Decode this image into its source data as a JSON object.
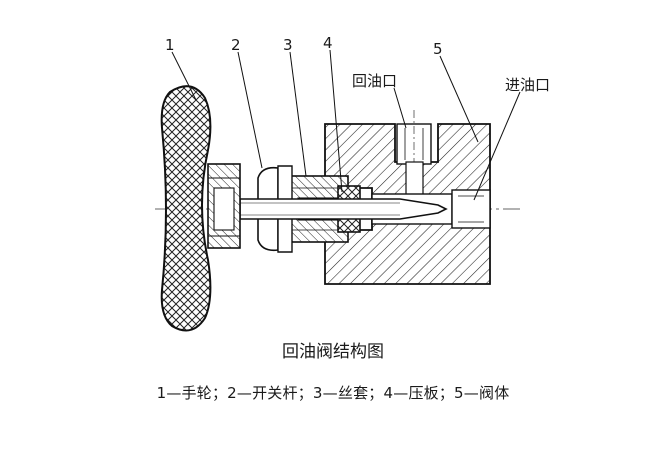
{
  "diagram": {
    "callouts": [
      "1",
      "2",
      "3",
      "4",
      "5"
    ],
    "ports": {
      "return": "回油口",
      "inlet": "进油口"
    },
    "title": "回油阀结构图",
    "legend": [
      {
        "num": "1",
        "sep": "—",
        "name": "手轮",
        "punct": "；"
      },
      {
        "num": "2",
        "sep": "—",
        "name": "开关杆",
        "punct": "；"
      },
      {
        "num": "3",
        "sep": "—",
        "name": "丝套",
        "punct": "；"
      },
      {
        "num": "4",
        "sep": "—",
        "name": "压板",
        "punct": "；"
      },
      {
        "num": "5",
        "sep": "—",
        "name": "阀体",
        "punct": ""
      }
    ]
  }
}
